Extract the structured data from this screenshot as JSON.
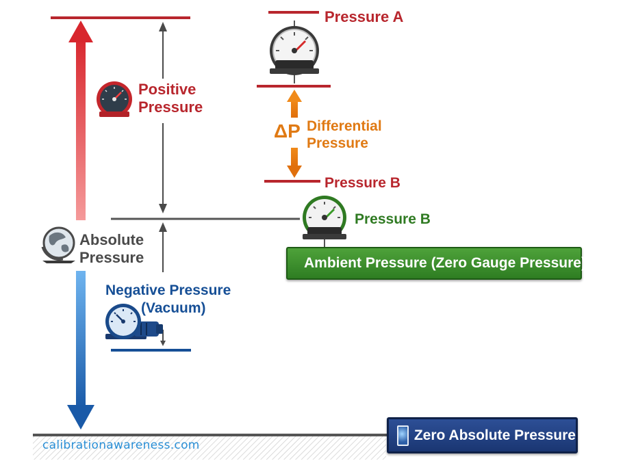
{
  "labels": {
    "pressure_a": "Pressure A",
    "positive_pressure_line1": "Positive",
    "positive_pressure_line2": "Pressure",
    "delta_p": "ΔP",
    "differential_line1": "Differential",
    "differential_line2": "Pressure",
    "pressure_b_red": "Pressure B",
    "pressure_b_green": "Pressure B",
    "absolute_line1": "Absolute",
    "absolute_line2": "Pressure",
    "ambient": "Ambient Pressure (Zero Gauge Pressure)",
    "negative_line1": "Negative Pressure",
    "negative_line2": "(Vacuum)",
    "zero_absolute": "Zero Absolute Pressure",
    "website": "calibrationawareness.com"
  },
  "icons": {
    "pressure_a_gauge": "pressure-gauge-icon",
    "positive_gauge": "pressure-gauge-icon",
    "ambient_gauge": "pressure-gauge-icon",
    "vacuum_pump": "vacuum-pump-icon",
    "globe": "globe-icon",
    "zero_panel": "vacuum-chamber-icon",
    "cloud": "cloud-icon"
  },
  "colors": {
    "red": "#b8262d",
    "green": "#2f7a22",
    "orange": "#e07a14",
    "blue": "#164f96",
    "grey": "#4a4a4a"
  }
}
